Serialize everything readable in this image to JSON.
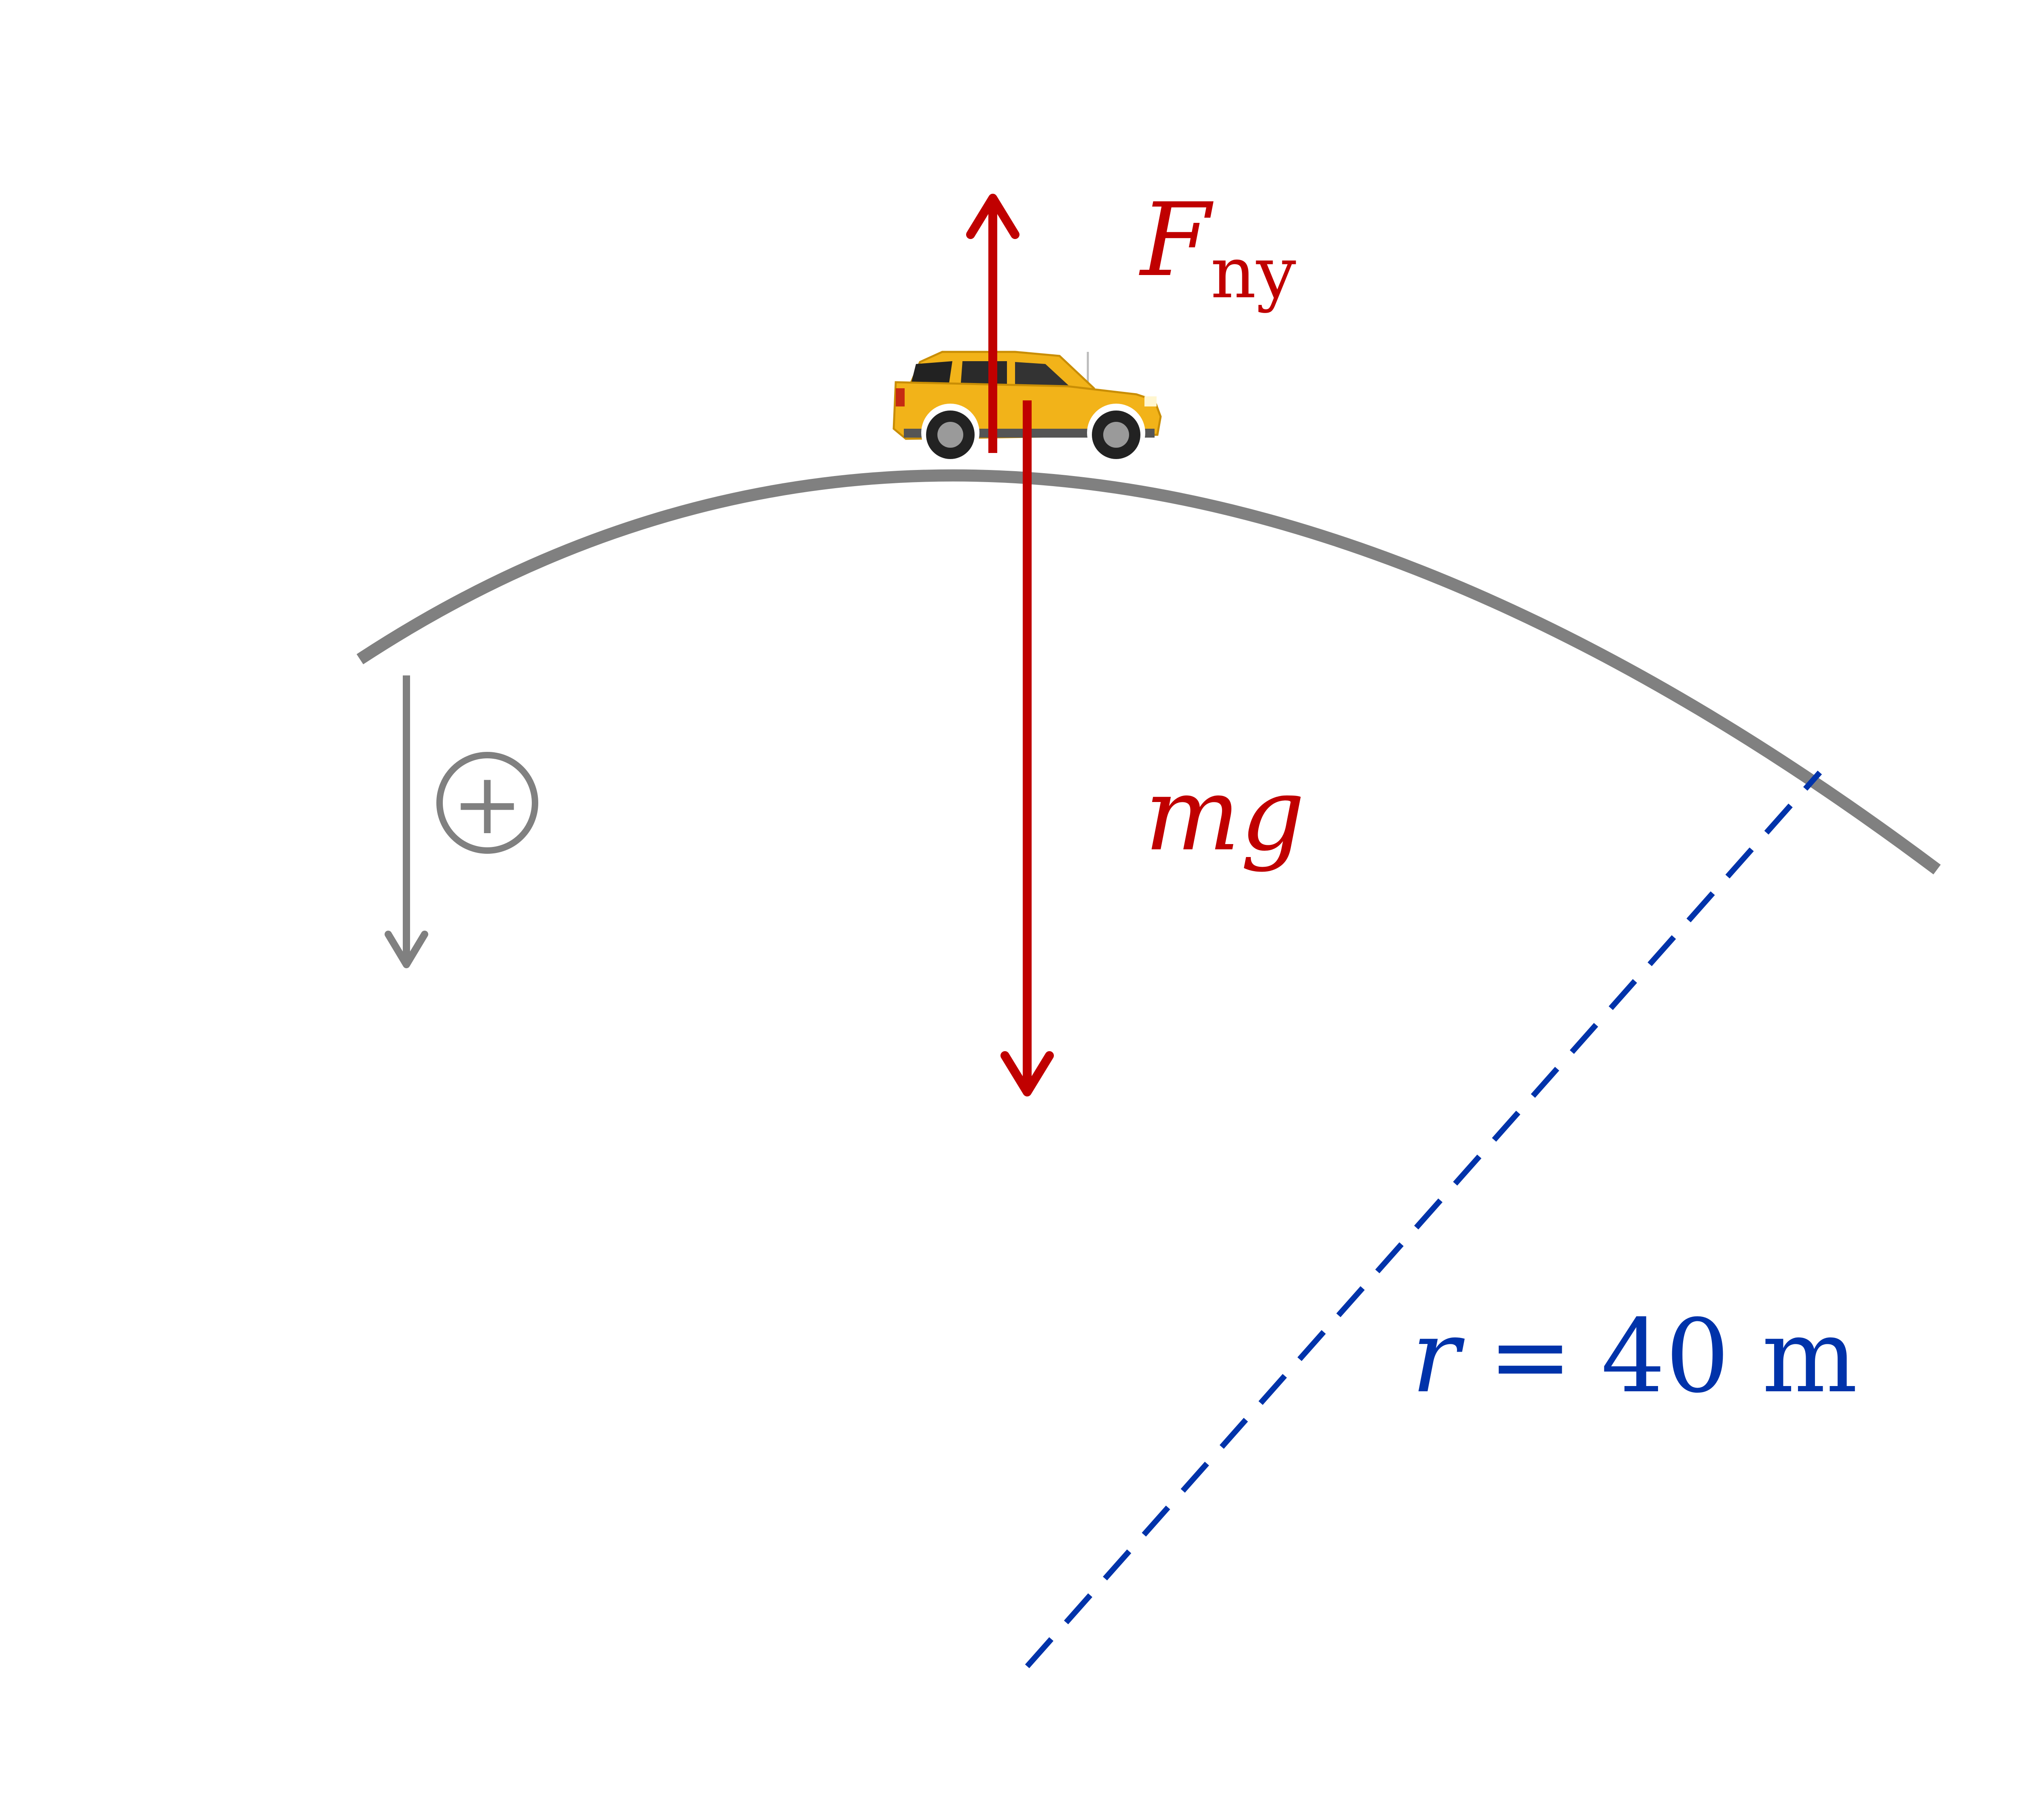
{
  "colors": {
    "road": "#808080",
    "force": "#c00000",
    "radius": "#0033aa",
    "axis": "#808080",
    "car_body": "#f2b319"
  },
  "labels": {
    "normal_force_symbol": "F",
    "normal_force_subscript": "ny",
    "weight": "mg",
    "radius_symbol": "r",
    "radius_equals": "=",
    "radius_value": "40 m",
    "positive_direction_sign": "+"
  }
}
